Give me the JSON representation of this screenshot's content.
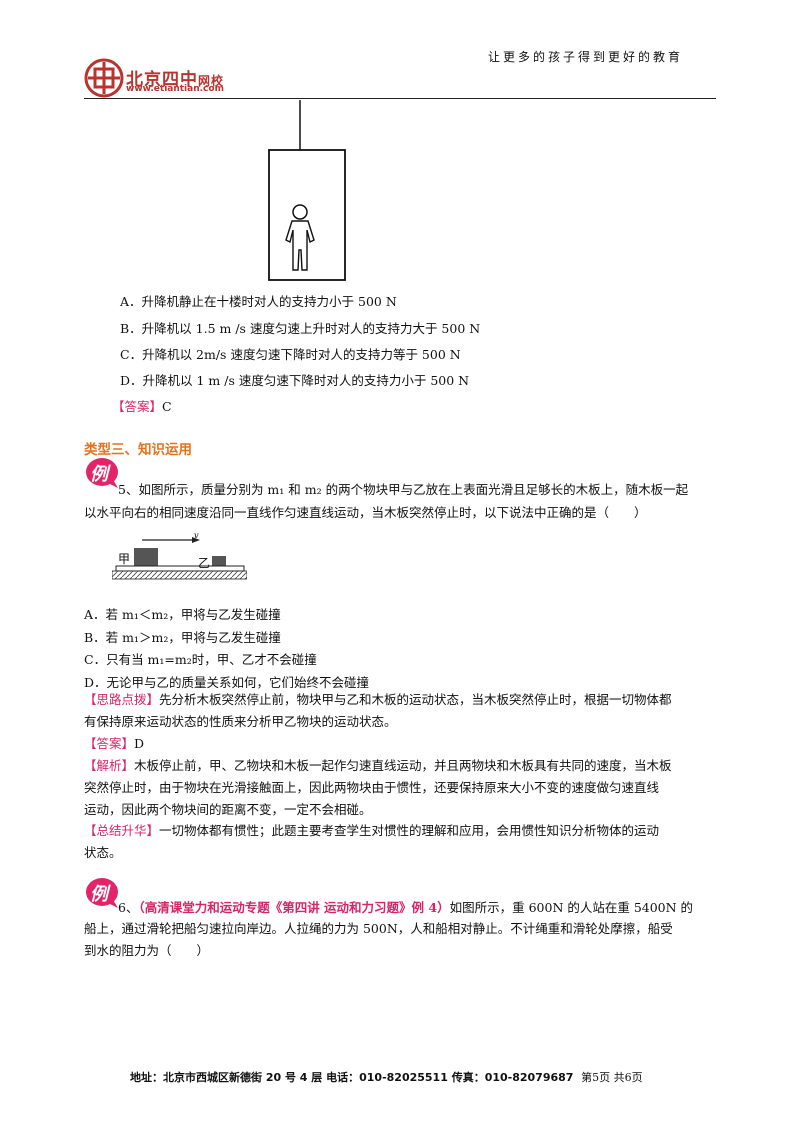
{
  "header": {
    "slogan": "让更多的孩子得到更好的教育",
    "logo_name": "北京四中",
    "logo_suffix": "网校",
    "logo_url": "www.etiantian.com"
  },
  "q4_options": [
    "A．升降机静止在十楼时对人的支持力小于 500  N",
    "B．升降机以 1.5  m  /s 速度匀速上升时对人的支持力大于 500  N",
    "C．升降机以 2m/s 速度匀速下降时对人的支持力等于 500  N",
    "D．升降机以 1  m  /s 速度匀速下降时对人的支持力小于 500  N"
  ],
  "q4_answer_tag": "【答案】",
  "q4_answer": "C",
  "section_heading": "类型三、知识运用",
  "example_badge": "例",
  "q5": {
    "line1": "5、如图所示，质量分别为 m₁ 和 m₂ 的两个物块甲与乙放在上表面光滑且足够长的木板上，随木板一起",
    "line2": "以水平向右的相同速度沿同一直线作匀速直线运动，当木板突然停止时，以下说法中正确的是（　　）",
    "fig_label_a": "甲",
    "fig_label_b": "乙",
    "fig_v": "v",
    "options": [
      "A．若 m₁＜m₂，甲将与乙发生碰撞",
      "B．若 m₁＞m₂，甲将与乙发生碰撞",
      "C．只有当 m₁=m₂时，甲、乙才不会碰撞",
      "D．无论甲与乙的质量关系如何，它们始终不会碰撞"
    ],
    "hint_tag": "【思路点拨】",
    "hint_l1": "先分析木板突然停止前，物块甲与乙和木板的运动状态，当木板突然停止时，根据一切物体都",
    "hint_l2": "有保持原来运动状态的性质来分析甲乙物块的运动状态。",
    "answer_tag": "【答案】",
    "answer": "D",
    "analysis_tag": "【解析】",
    "analysis_l1": "木板停止前，甲、乙物块和木板一起作匀速直线运动，并且两物块和木板具有共同的速度，当木板",
    "analysis_l2": "突然停止时，由于物块在光滑接触面上，因此两物块由于惯性，还要保持原来大小不变的速度做匀速直线",
    "analysis_l3": "运动，因此两个物块间的距离不变，一定不会相碰。",
    "summary_tag": "【总结升华】",
    "summary_l1": "一切物体都有惯性；此题主要考查学生对惯性的理解和应用，会用惯性知识分析物体的运动",
    "summary_l2": "状态。"
  },
  "q6": {
    "num": "6、",
    "source": "（高清课堂力和运动专题《第四讲  运动和力习题》例 4）",
    "line1_rest": "如图所示，重 600N 的人站在重 5400N 的",
    "line2": "船上，通过滑轮把船匀速拉向岸边。人拉绳的力为 500N，人和船相对静止。不计绳重和滑轮处摩擦，船受",
    "line3": "到水的阻力为（　　）"
  },
  "footer": {
    "address": "地址：北京市西城区新德街 20 号 4 层  电话：010-82025511  传真：010-82079687",
    "page": "第5页  共6页"
  }
}
